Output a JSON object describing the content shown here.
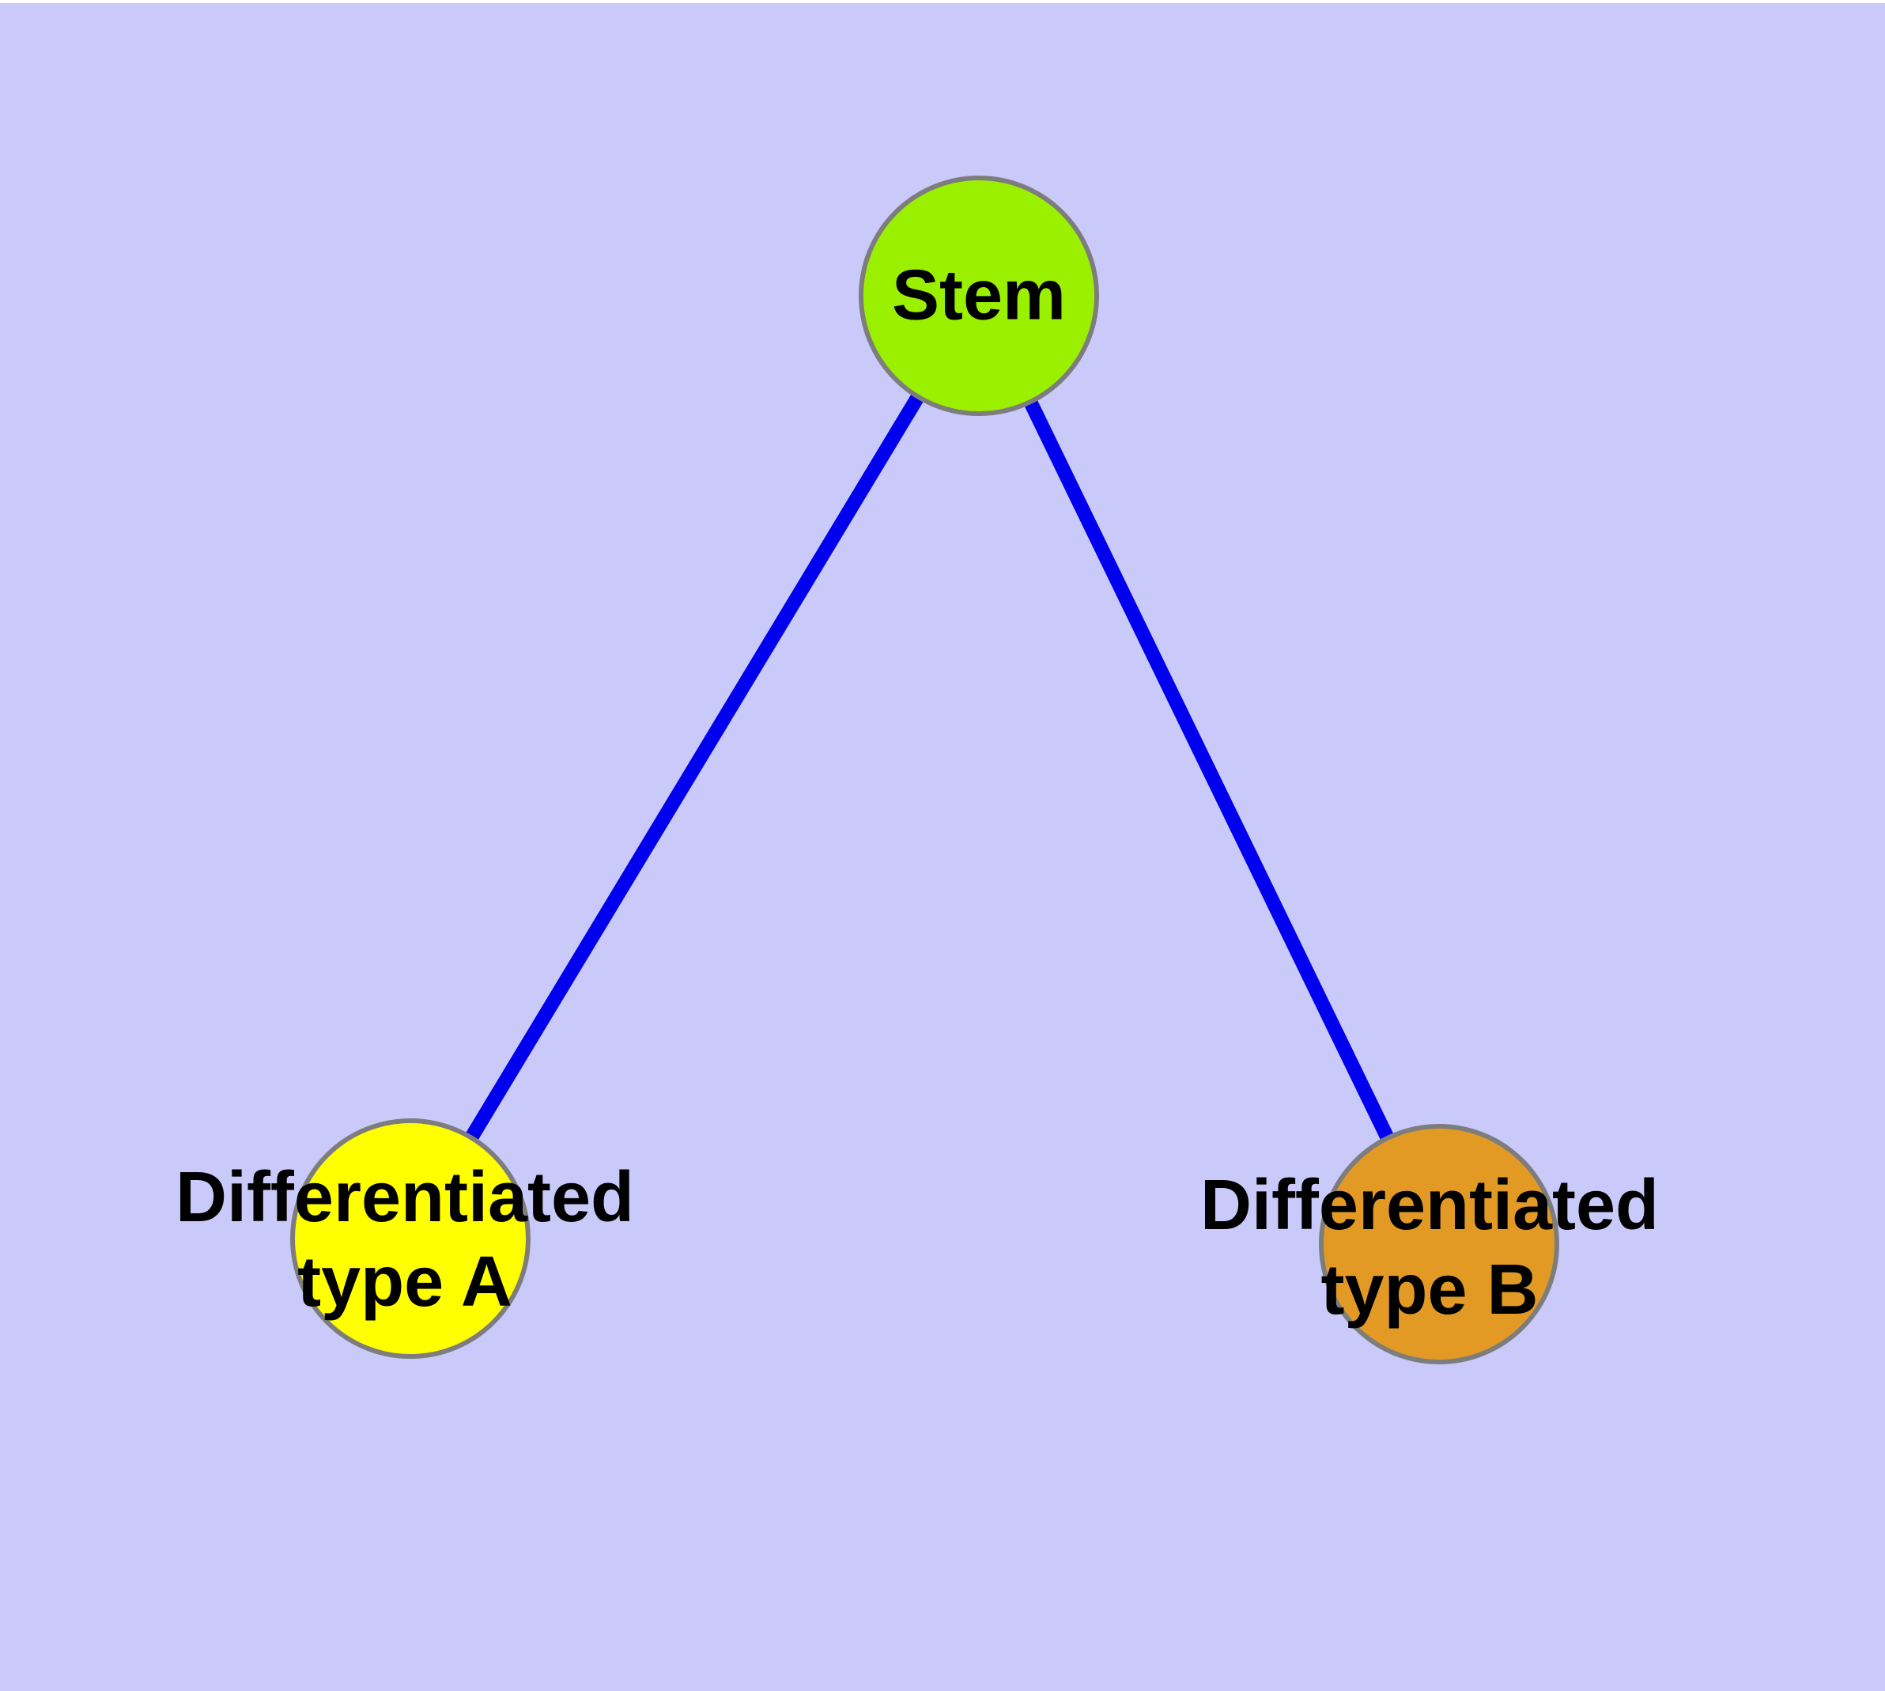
{
  "diagram": {
    "background_color": "#CACAFA",
    "edge_color": "#0000EE",
    "node_border_color": "#7D7D7D",
    "label_color": "#000000",
    "nodes": [
      {
        "id": "stem",
        "label": "Stem",
        "lines": [
          "Stem"
        ],
        "fill": "#9BF000"
      },
      {
        "id": "differentiated-type-a",
        "label": "Differentiated type A",
        "lines": [
          "Differentiated",
          "type A"
        ],
        "fill": "#FFFF00"
      },
      {
        "id": "differentiated-type-b",
        "label": "Differentiated type B",
        "lines": [
          "Differentiated",
          "type B"
        ],
        "fill": "#E29A25"
      }
    ],
    "edges": [
      {
        "from": "stem",
        "to": "differentiated-type-a"
      },
      {
        "from": "stem",
        "to": "differentiated-type-b"
      }
    ]
  }
}
